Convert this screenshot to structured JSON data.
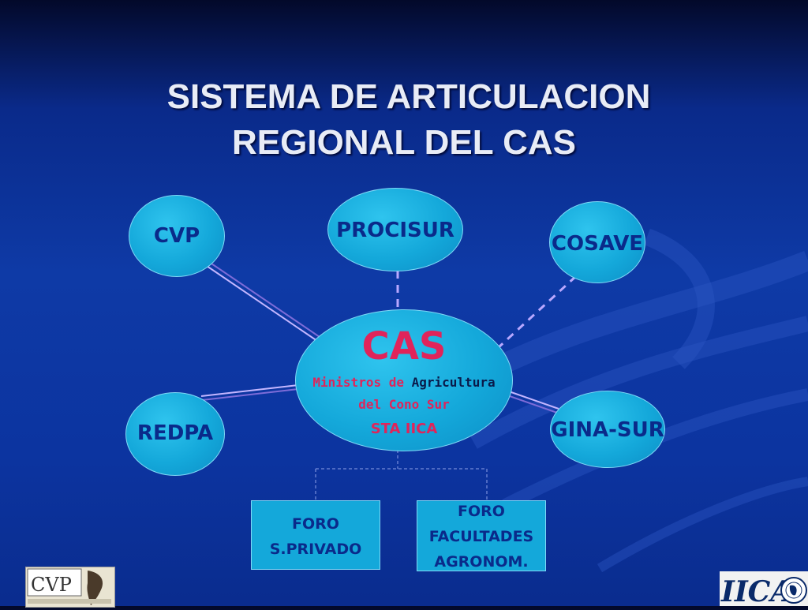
{
  "title": {
    "line1": "SISTEMA DE ARTICULACION",
    "line2": "REGIONAL DEL CAS"
  },
  "nodes": {
    "cvp": "CVP",
    "procisur": "PROCISUR",
    "cosave": "COSAVE",
    "redpa": "REDPA",
    "ginasur": "GINA-SUR"
  },
  "center": {
    "title": "CAS",
    "line1_a": "Ministros de ",
    "line1_b": "Agricultura",
    "line2": "del Cono Sur",
    "line3": "STA IICA"
  },
  "forums": {
    "privado": [
      "FORO",
      "S.PRIVADO"
    ],
    "facultades": [
      "FORO",
      "FACULTADES",
      "AGRONOM."
    ]
  },
  "logos": {
    "left": "CVP",
    "right": "IICA"
  },
  "colors": {
    "background": "#0c34a0",
    "node_fill": "#14a8da",
    "node_text": "#0a2a8a",
    "cas_title": "#e0245a",
    "connector": "#b9a8ff"
  }
}
